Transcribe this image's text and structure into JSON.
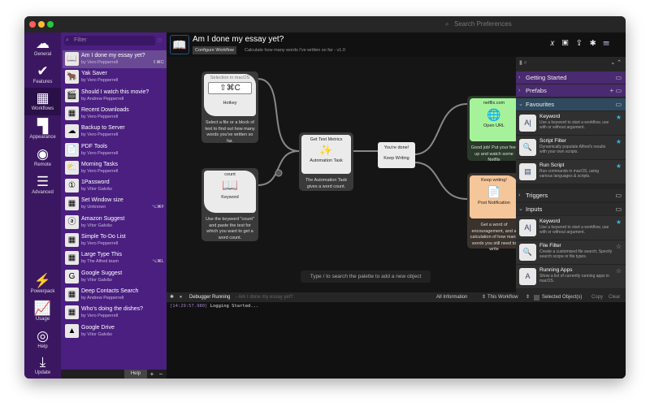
{
  "window": {
    "search_placeholder": "Search Preferences"
  },
  "nav": {
    "top": [
      {
        "label": "General",
        "icon": "hat-icon"
      },
      {
        "label": "Features",
        "icon": "checkmark-icon"
      },
      {
        "label": "Workflows",
        "icon": "grid-icon"
      },
      {
        "label": "Appearance",
        "icon": "paint-roller-icon"
      },
      {
        "label": "Remote",
        "icon": "remote-icon"
      },
      {
        "label": "Advanced",
        "icon": "sliders-icon"
      }
    ],
    "bottom": [
      {
        "label": "Powerpack",
        "icon": "battery-icon"
      },
      {
        "label": "Usage",
        "icon": "chart-icon"
      },
      {
        "label": "Help",
        "icon": "lifebuoy-icon"
      },
      {
        "label": "Update",
        "icon": "download-icon"
      }
    ]
  },
  "workflows": {
    "filter_placeholder": "Filter",
    "items": [
      {
        "title": "Am I done my essay yet?",
        "author": "by Vero Pepperrell",
        "hotkey": "⇧⌘C"
      },
      {
        "title": "Yak Saver",
        "author": "by Vero Pepperrell"
      },
      {
        "title": "Should I watch this movie?",
        "author": "by Andrew Pepperrell"
      },
      {
        "title": "Recent Downloads",
        "author": "by Vero Pepperrell"
      },
      {
        "title": "Backup to Server",
        "author": "by Vero Pepperrell"
      },
      {
        "title": "PDF Tools",
        "author": "by Vero Pepperrell"
      },
      {
        "title": "Morning Tasks",
        "author": "by Vero Pepperrell"
      },
      {
        "title": "1Password",
        "author": "by Vítor Galvão"
      },
      {
        "title": "Set Window size",
        "author": "by Unknown",
        "hotkey": "⌥⌘F"
      },
      {
        "title": "Amazon Suggest",
        "author": "by Vítor Galvão"
      },
      {
        "title": "Simple To-Do List",
        "author": "by Vero Pepperrell"
      },
      {
        "title": "Large Type This",
        "author": "by The Alfred team",
        "hotkey": "⌥⌘L"
      },
      {
        "title": "Google Suggest",
        "author": "by Vítor Galvão"
      },
      {
        "title": "Deep Contacts Search",
        "author": "by Andrew Pepperrell"
      },
      {
        "title": "Who's doing the dishes?",
        "author": "by Vero Pepperrell"
      },
      {
        "title": "Google Drive",
        "author": "by Vítor Galvão"
      }
    ],
    "help_label": "Help",
    "add_label": "+",
    "remove_label": "−"
  },
  "header": {
    "title": "Am I done my essay yet?",
    "configure_label": "Configure Workflow",
    "description": "Calculate how many words I've written so far - v1.0"
  },
  "canvas": {
    "hotkey": {
      "top": "Selection in macOS",
      "keys": "⇧⌘C",
      "type": "Hotkey",
      "desc": "Select a file or a block of text to find out how many words you've written so far."
    },
    "keyword": {
      "top": "count",
      "type": "Keyword",
      "desc": "Use the keyword \"count\" and paste the text for which you want to get a word count."
    },
    "task": {
      "top": "Get Text Metrics",
      "type": "Automation Task",
      "desc": "The Automation Task gives a word count."
    },
    "condition": {
      "a": "You're done!",
      "b": "Keep Writing"
    },
    "openurl": {
      "top": "netflix.com",
      "type": "Open URL",
      "desc": "Good job! Put your feet up and watch some Netflix"
    },
    "notify": {
      "top": "Keep writing!",
      "type": "Post Notification",
      "desc": "Get a word of encouragement, and a calculation of how many words you still need to write"
    },
    "palette_hint": "Type / to search the palette to add a new object"
  },
  "palette": {
    "sections": [
      {
        "label": "Getting Started"
      },
      {
        "label": "Prefabs"
      },
      {
        "label": "Favourites"
      },
      {
        "label": "Triggers"
      },
      {
        "label": "Inputs"
      }
    ],
    "favourites": [
      {
        "name": "Keyword",
        "desc": "Use a keyword to start a workflow, use with or without argument.",
        "starred": true
      },
      {
        "name": "Script Filter",
        "desc": "Dynamically populate Alfred's results with your own scripts.",
        "starred": true
      },
      {
        "name": "Run Script",
        "desc": "Run commands in macOS, using various languages & scripts.",
        "starred": true
      }
    ],
    "inputs": [
      {
        "name": "Keyword",
        "desc": "Use a keyword to start a workflow, use with or without argument.",
        "starred": true
      },
      {
        "name": "File Filter",
        "desc": "Create a customised file search; Specify search scope or file types.",
        "starred": false
      },
      {
        "name": "Running Apps",
        "desc": "Show a list of currently running apps in macOS.",
        "starred": false
      }
    ]
  },
  "debugger": {
    "status": "Debugger Running",
    "workflow": "- Am I done my essay yet?",
    "level": "All Information",
    "scope": "This Workflow",
    "selected_label": "Selected Object(s)",
    "copy": "Copy",
    "clear": "Clear",
    "log_time": "[14:29:57.980]",
    "log_msg": "Logging Started..."
  },
  "colors": {
    "nav": "#3b1762",
    "list": "#4a1f80",
    "accent_star": "#3bb0d8",
    "openurl": "#a6f29a",
    "notify": "#f5c69a"
  }
}
